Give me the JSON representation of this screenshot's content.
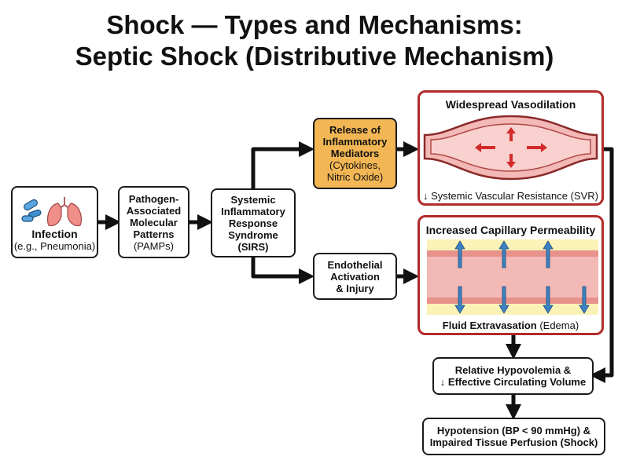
{
  "title_line1": "Shock — Types and Mechanisms:",
  "title_line2": "Septic Shock (Distributive Mechanism)",
  "infection": {
    "label": "Infection",
    "sub": "(e.g., Pneumonia)"
  },
  "pamps": {
    "line1": "Pathogen-",
    "line2": "Associated",
    "line3": "Molecular",
    "line4": "Patterns",
    "line5": "(PAMPs)"
  },
  "sirs": {
    "line1": "Systemic",
    "line2": "Inflammatory",
    "line3": "Response",
    "line4": "Syndrome",
    "line5": "(SIRS)"
  },
  "mediators": {
    "line1": "Release of",
    "line2": "Inflammatory",
    "line3": "Mediators",
    "line4": "(Cytokines,",
    "line5": "Nitric Oxide)"
  },
  "endothelial": {
    "line1": "Endothelial",
    "line2": "Activation",
    "line3": "& Injury"
  },
  "vasodilation": {
    "title": "Widespread Vasodilation",
    "foot": "↓ Systemic Vascular Resistance (SVR)"
  },
  "permeability": {
    "title": "Increased Capillary Permeability",
    "foot_bold": "Fluid Extravasation",
    "foot_rest": " (Edema)"
  },
  "hypovolemia": {
    "line1": "Relative Hypovolemia &",
    "line2": "↓ Effective Circulating Volume"
  },
  "hypotension": {
    "line1_bold": "Hypotension",
    "line1_rest": " (BP < 90 mmHg) &",
    "line2": "Impaired Tissue Perfusion (Shock)"
  },
  "colors": {
    "panel_border": "#b22a2a",
    "vessel": "#f3b9b6",
    "arrow_red": "#d22a2a",
    "arrow_blue": "#3b82c4",
    "mediator_fill": "#f2b654"
  }
}
